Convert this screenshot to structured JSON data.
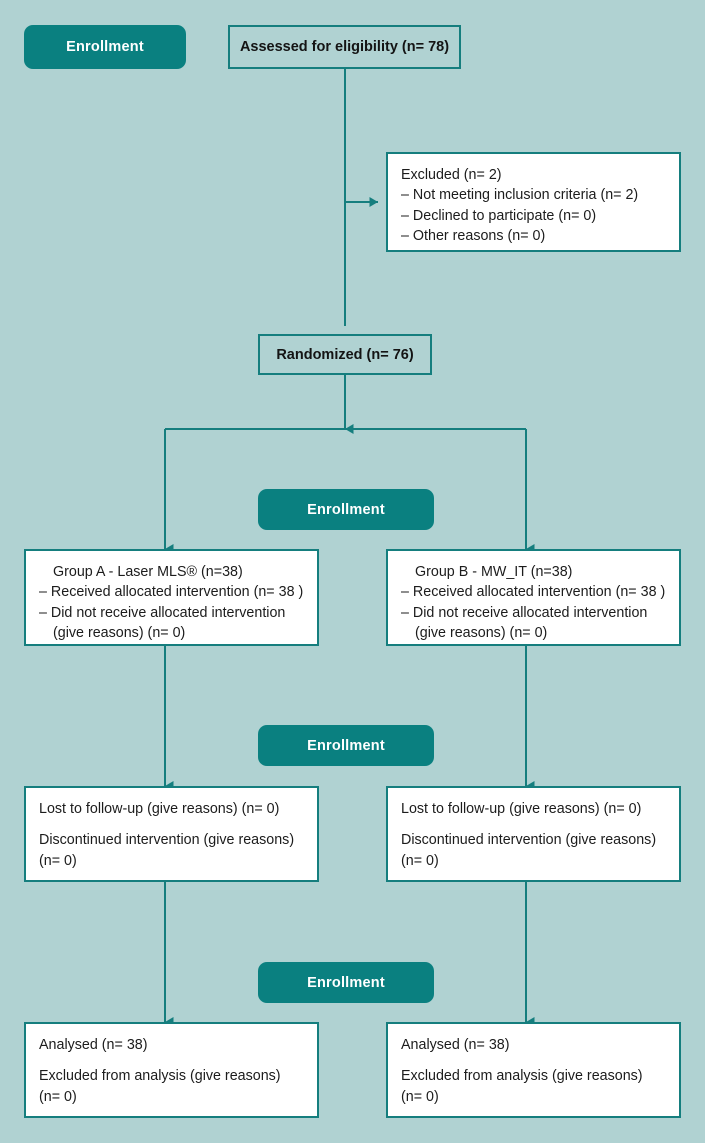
{
  "colors": {
    "background": "#b0d2d2",
    "accent_teal": "#0a8080",
    "line_teal": "#157e7e",
    "box_fill": "#ffffff",
    "text": "#1c1c1c",
    "label_text": "#ffffff"
  },
  "stage_labels": [
    {
      "text": "Enrollment"
    },
    {
      "text": "Enrollment"
    },
    {
      "text": "Enrollment"
    },
    {
      "text": "Enrollment"
    }
  ],
  "nodes": {
    "assessed": {
      "title": "Assessed for eligibility (n= 78)"
    },
    "excluded": {
      "lines": [
        "Excluded (n= 2)",
        "– Not meeting inclusion criteria (n= 2)",
        "– Declined to participate (n= 0)",
        "– Other reasons (n= 0)"
      ]
    },
    "randomized": {
      "title": "Randomized (n= 76)"
    },
    "group_a": {
      "heading": "Group A - Laser MLS® (n=38)",
      "lines": [
        "– Received allocated intervention (n= 38 )",
        "– Did not receive allocated intervention",
        "(give reasons) (n= 0)"
      ]
    },
    "group_b": {
      "heading": "Group B - MW_IT (n=38)",
      "lines": [
        "– Received allocated intervention (n= 38 )",
        "– Did not receive allocated intervention",
        "(give reasons) (n= 0)"
      ]
    },
    "followup_a": {
      "para1": "Lost to follow-up (give reasons) (n= 0)",
      "para2_line1": "Discontinued intervention (give reasons)",
      "para2_line2": "(n= 0)"
    },
    "followup_b": {
      "para1": "Lost to follow-up (give reasons) (n= 0)",
      "para2_line1": "Discontinued intervention (give reasons)",
      "para2_line2": "(n= 0)"
    },
    "analysis_a": {
      "para1": "Analysed (n= 38)",
      "para2_line1": "Excluded from analysis (give reasons)",
      "para2_line2": "(n= 0)"
    },
    "analysis_b": {
      "para1": "Analysed (n= 38)",
      "para2_line1": "Excluded from analysis (give reasons)",
      "para2_line2": "(n= 0)"
    }
  }
}
